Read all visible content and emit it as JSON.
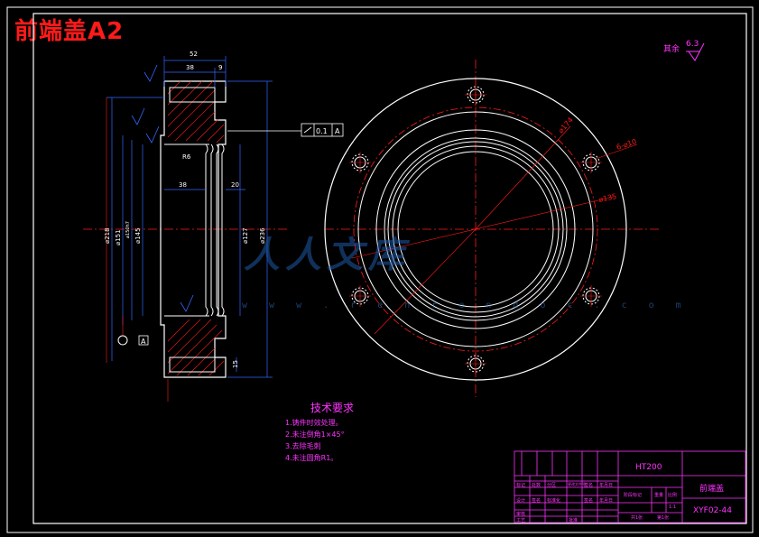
{
  "banner": {
    "title": "前端盖A2"
  },
  "roughness": {
    "prefix": "其余",
    "value": "6.3"
  },
  "tolerance_frame": {
    "value": "0.1",
    "datum": "A"
  },
  "side_view_dims": {
    "top_total": "52",
    "top_38": "38",
    "top_9": "9",
    "mid_38": "38",
    "mid_20": "20",
    "d218": "⌀218",
    "d151": "⌀151",
    "d150": "⌀150h7",
    "d145": "⌀145",
    "d127": "⌀127",
    "d236": "⌀236",
    "r6": "R6",
    "h15": "15",
    "datum": "A"
  },
  "front_view_dims": {
    "d174": "⌀174",
    "holes": "6-⌀10",
    "d135": "⌀135"
  },
  "tech_requirements": {
    "heading": "技术要求",
    "items": [
      "1.铸件时效处理。",
      "2.未注倒角1×45°",
      "3.去除毛刺",
      "4.未注圆角R1。"
    ]
  },
  "title_block": {
    "material": "HT200",
    "part_name": "前端盖",
    "drawing_no": "XYF02-44",
    "scale": "1:1",
    "rows_small": [
      "标记",
      "处数",
      "分区",
      "更改文件号",
      "签名",
      "年月日"
    ],
    "rows_small2": [
      "设计",
      "签名",
      "标准化",
      "签名",
      "年月日"
    ],
    "rows_small3": [
      "审核",
      "工艺",
      "批准"
    ],
    "stage": "阶段标记",
    "weight": "重量",
    "scale_label": "比例",
    "sheet_info": [
      "共1张",
      "第1张"
    ]
  },
  "watermark": {
    "text": "人人文库",
    "url": "w w w . r e n r e n d o c . c o m"
  },
  "colors": {
    "frame": "#ffffff",
    "red": "#ff1a1a",
    "magenta": "#ff33ff",
    "blue": "#3366ff",
    "yellow": "#ffff33"
  }
}
